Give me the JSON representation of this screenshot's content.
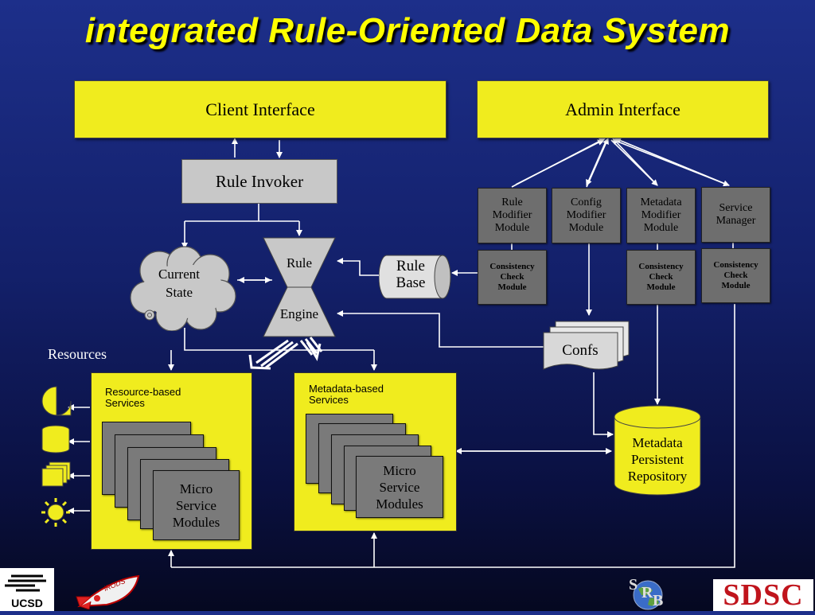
{
  "title": "integrated Rule-Oriented Data System",
  "client_interface": "Client Interface",
  "admin_interface": "Admin Interface",
  "rule_invoker": "Rule Invoker",
  "rule_engine": {
    "top": "Rule",
    "bottom": "Engine"
  },
  "current_state": {
    "line1": "Current",
    "line2": "State"
  },
  "rule_base": {
    "line1": "Rule",
    "line2": "Base"
  },
  "admin_modules": [
    {
      "label": "Rule\nModifier\nModule"
    },
    {
      "label": "Config\nModifier\nModule"
    },
    {
      "label": "Metadata\nModifier\nModule"
    },
    {
      "label": "Service\nManager"
    }
  ],
  "consistency_modules": [
    "Consistency\nCheck\nModule",
    "Consistency\nCheck\nModule",
    "Consistency\nCheck\nModule",
    "Consistency\nCheck\nModule"
  ],
  "confs": "Confs",
  "resources_label": "Resources",
  "resource_panel": {
    "label": "Resource-based\nServices",
    "micro": "Micro\nService\nModules"
  },
  "metadata_panel": {
    "label": "Metadata-based\nServices",
    "micro": "Micro\nService\nModules"
  },
  "metadata_repo": {
    "line1": "Metadata",
    "line2": "Persistent",
    "line3": "Repository"
  },
  "logos": {
    "ucsd": "UCSD",
    "irods": "iRODS",
    "srb_s": "S",
    "srb_r": "R",
    "srb_b": "B",
    "sdsc": "SDSC"
  },
  "colors": {
    "yellow": "#f0ec1e",
    "title": "#ffff00",
    "dark_module": "#6e6e6e",
    "background": "#14226e"
  }
}
